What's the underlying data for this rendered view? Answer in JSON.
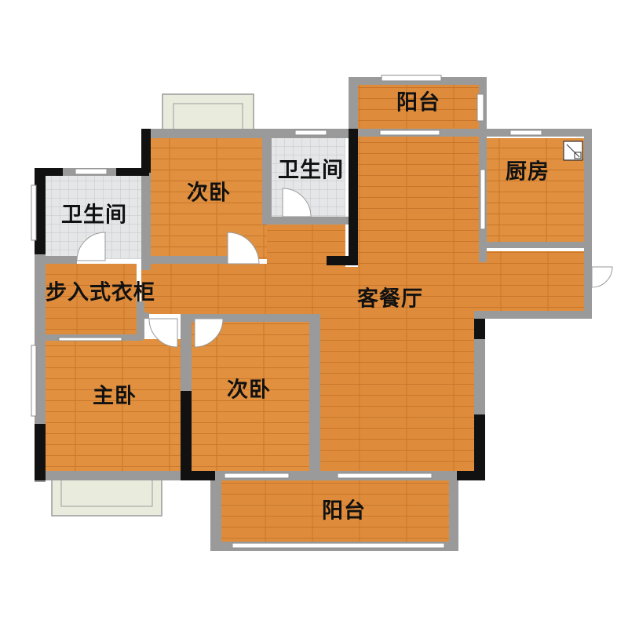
{
  "colors": {
    "floor_wood": "#de8c3c",
    "floor_seam": "#c9762a",
    "tile": "#e4e6e8",
    "tile_grid": "#c3c6ca",
    "wall_grey": "#9a9a9a",
    "wall_black": "#111111",
    "window": "#ffffff",
    "window_frame": "#8e8e8e",
    "bay_window": "#e9ecdd",
    "door_arc": "#ffffff"
  },
  "rooms": {
    "balcony_top": "阳台",
    "bathroom_center": "卫生间",
    "bedroom_top": "次卧",
    "kitchen": "厨房",
    "bathroom_left": "卫生间",
    "walk_in_closet": "步入式衣柜",
    "living_dining": "客餐厅",
    "master_bedroom": "主卧",
    "bedroom_middle": "次卧",
    "balcony_bottom": "阳台"
  },
  "icons": {
    "kitchen_appliance": "range-hood-icon",
    "doors": "door-swing-icon"
  }
}
